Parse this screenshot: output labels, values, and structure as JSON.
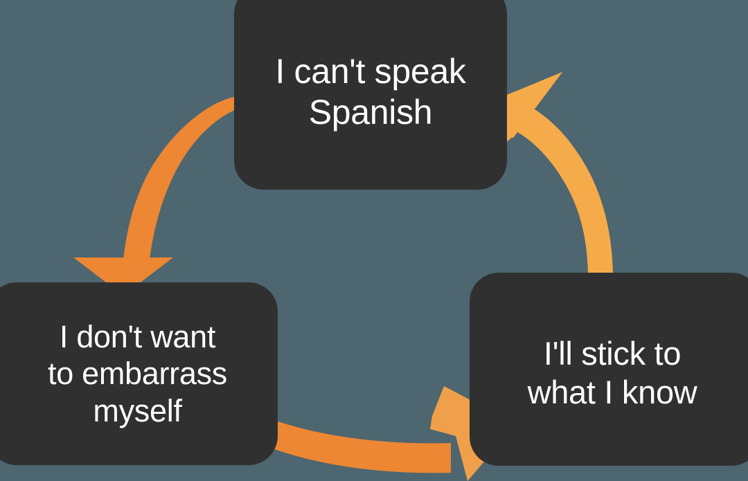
{
  "diagram": {
    "type": "cycle",
    "title": "",
    "background_color": "#4d6670",
    "node_color": "#303030",
    "node_text_color": "#ffffff",
    "nodes": [
      {
        "id": "top",
        "label": "I can't speak\nSpanish",
        "position": "top-center"
      },
      {
        "id": "left",
        "label": "I don't want\nto embarrass\nmyself",
        "position": "bottom-left"
      },
      {
        "id": "right",
        "label": "I'll stick to\nwhat I know",
        "position": "bottom-right"
      }
    ],
    "arrows": [
      {
        "id": "top-to-left",
        "from": "top",
        "to": "left",
        "color": "#ed8733",
        "direction": "down-left",
        "head": "down"
      },
      {
        "id": "left-to-right",
        "from": "left",
        "to": "right",
        "color": "#ed8733",
        "direction": "right",
        "head": "right"
      },
      {
        "id": "right-to-top",
        "from": "right",
        "to": "top",
        "color": "#f5ab4a",
        "direction": "up-left",
        "head": "up-left"
      }
    ]
  }
}
